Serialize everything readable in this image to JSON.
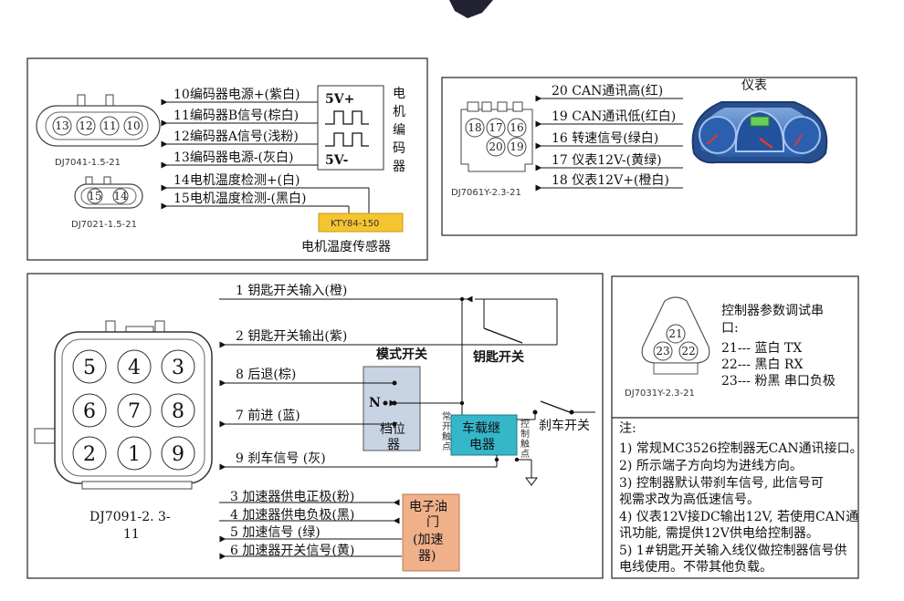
{
  "panel_motor": {
    "signals": [
      "10编码器电源+(紫白)",
      "11编码器B信号(棕白)",
      "12编码器A信号(浅粉)",
      "13编码器电源-(灰白)",
      "14电机温度检测+(白)",
      "15电机温度检测-(黑白)"
    ],
    "connector1_pins": [
      "13",
      "12",
      "11",
      "10"
    ],
    "connector1_label": "DJ7041-1.5-21",
    "connector2_pins": [
      "15",
      "14"
    ],
    "connector2_label": "DJ7021-1.5-21",
    "encoder_v_plus": "5V+",
    "encoder_v_minus": "5V-",
    "encoder_title": [
      "电",
      "机",
      "编",
      "码",
      "器"
    ],
    "sensor_part": "KTY84-150",
    "sensor_title": "电机温度传感器"
  },
  "panel_meter": {
    "signals": [
      "20 CAN通讯高(红)",
      "19 CAN通讯低(红白)",
      "16 转速信号(绿白)",
      "17 仪表12V-(黄绿)",
      "18 仪表12V+(橙白)"
    ],
    "connector_pins": [
      "18",
      "17",
      "16",
      "20",
      "19"
    ],
    "connector_label": "DJ7061Y-2.3-21",
    "meter_title": "仪表"
  },
  "panel_main": {
    "signals": [
      "1 钥匙开关输入(橙)",
      "2 钥匙开关输出(紫)",
      "8  后退(棕)",
      "7  前进 (蓝)",
      "9  刹车信号 (灰)",
      "3 加速器供电正极(粉)",
      "4 加速器供电负极(黑)",
      "5 加速信号 (绿)",
      "6 加速器开关信号(黄)"
    ],
    "connector_pins": [
      "5",
      "4",
      "3",
      "6",
      "7",
      "8",
      "2",
      "1",
      "9"
    ],
    "connector_label": "DJ7091-2. 3-",
    "connector_label2": "11",
    "mode_switch_title": "模式开关",
    "mode_switch_n": "N",
    "gear_label": [
      "档位",
      "器"
    ],
    "key_switch_label": "钥匙开关",
    "relay_label": [
      "车载继",
      "电器"
    ],
    "relay_left": [
      "常",
      "开",
      "触",
      "点"
    ],
    "relay_right": [
      "控",
      "制",
      "触",
      "点"
    ],
    "brake_switch_label": "刹车开关",
    "throttle_label": [
      "电子油",
      "门",
      "(加速",
      "器)"
    ]
  },
  "panel_debug": {
    "connector_pins": [
      "21",
      "23",
      "22"
    ],
    "connector_label": "DJ7031Y-2.3-21",
    "title": [
      "控制器参数调试串",
      "口:"
    ],
    "rows": [
      "21---  蓝白  TX",
      "22---  黑白  RX",
      "23---  粉黑  串口负极"
    ]
  },
  "panel_notes": {
    "title": "注:",
    "lines": [
      "1)  常规MC3526控制器无CAN通讯接口。",
      "2)  所示端子方向均为进线方向。",
      "3) 控制器默认带刹车信号, 此信号可",
      "视需求改为高低速信号。",
      "4) 仪表12V接DC输出12V, 若使用CAN通",
      "讯功能, 需提供12V供电给控制器。",
      "5) 1#钥匙开关输入线仪做控制器信号供",
      "电线使用。不带其他负载。"
    ]
  },
  "colors": {
    "sensor_fill": "#f5c531",
    "mode_switch_fill": "#c8d3e3",
    "relay_fill": "#35b6c9",
    "throttle_fill": "#f0b08a",
    "meter_body": "#3e7ac1",
    "meter_screen": "#66d15a"
  }
}
